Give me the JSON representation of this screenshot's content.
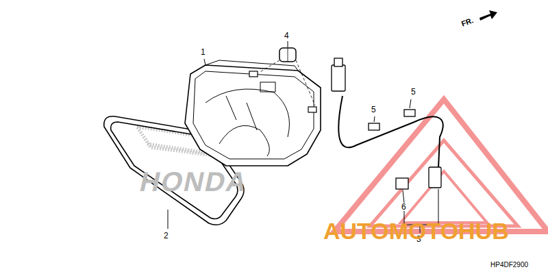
{
  "diagram": {
    "labels": [
      "4",
      "1",
      "5",
      "5",
      "2",
      "6",
      "3",
      "FR.",
      "HP4DF2900",
      "HONDA",
      "AUTOMOTOHUB"
    ]
  }
}
